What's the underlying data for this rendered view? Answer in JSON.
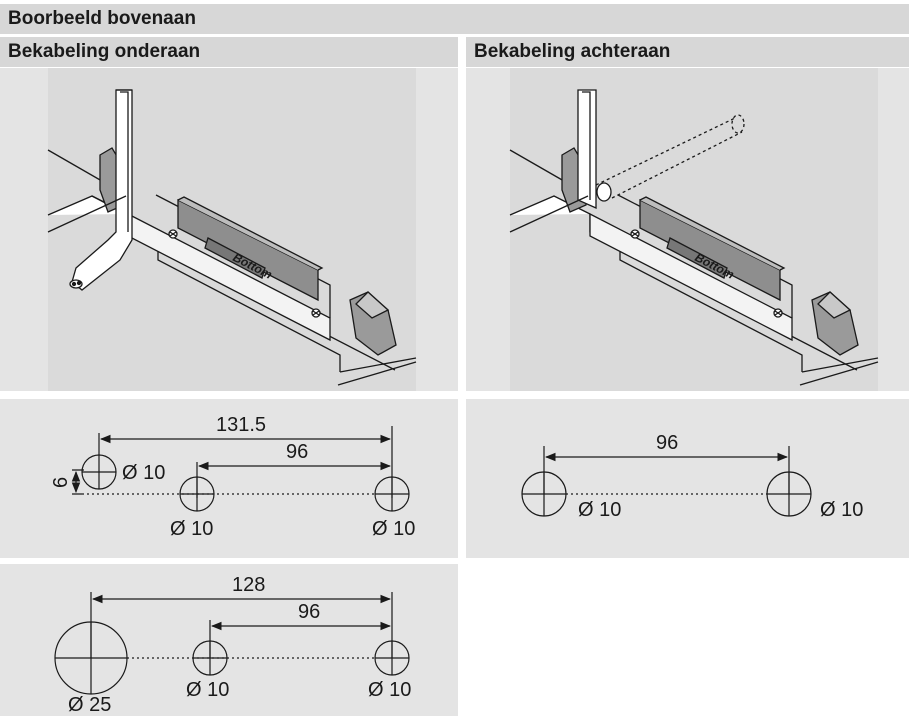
{
  "header": {
    "title": "Boorbeeld bovenaan",
    "left_heading": "Bekabeling onderaan",
    "right_heading": "Bekabeling achteraan"
  },
  "illustrations": {
    "part_label": "Bottom"
  },
  "diagram_left": {
    "overall": "131.5",
    "spacing": "96",
    "offset": "6",
    "hole_top": "Ø 10",
    "hole_mid": "Ø 10",
    "hole_right": "Ø 10"
  },
  "diagram_right": {
    "spacing": "96",
    "hole_left": "Ø 10",
    "hole_right": "Ø 10"
  },
  "diagram_bottom": {
    "overall": "128",
    "spacing": "96",
    "hole_large": "Ø 25",
    "hole_mid": "Ø 10",
    "hole_right": "Ø 10"
  }
}
